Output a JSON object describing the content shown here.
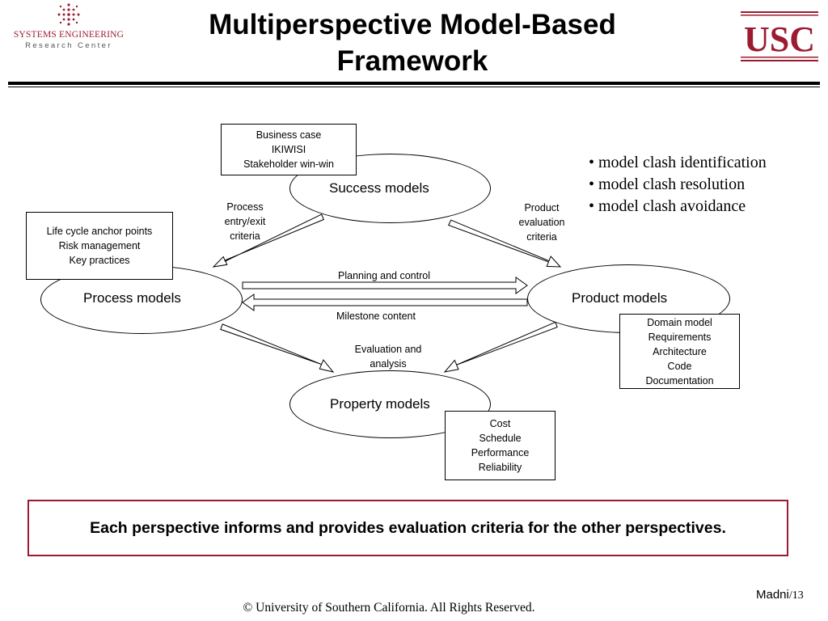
{
  "header": {
    "logo_left_line1": "SYSTEMS ENGINEERING",
    "logo_left_line2": "Research Center",
    "title_line1": "Multiperspective Model-Based",
    "title_line2": "Framework",
    "logo_right": "USC"
  },
  "diagram": {
    "success_models": "Success models",
    "process_models": "Process models",
    "product_models": "Product models",
    "property_models": "Property models",
    "success_box": [
      "Business case",
      "IKIWISI",
      "Stakeholder win-win"
    ],
    "process_box": [
      "Life cycle anchor points",
      "Risk management",
      "Key practices"
    ],
    "product_box": [
      "Domain model",
      "Requirements",
      "Architecture",
      "Code",
      "Documentation"
    ],
    "property_box": [
      "Cost",
      "Schedule",
      "Performance",
      "Reliability"
    ],
    "process_criteria": [
      "Process",
      "entry/exit",
      "criteria"
    ],
    "product_criteria": [
      "Product",
      "evaluation",
      "criteria"
    ],
    "planning_and_control": "Planning and control",
    "milestone_content": "Milestone content",
    "evaluation_and_analysis": [
      "Evaluation and",
      "analysis"
    ]
  },
  "bullets": [
    "• model clash identification",
    "• model clash resolution",
    "• model clash avoidance"
  ],
  "callout": "Each perspective informs and provides evaluation criteria for the other perspectives.",
  "footer": {
    "author": "Madni",
    "page": "/13",
    "copyright": "© University of Southern California. All Rights Reserved."
  },
  "colors": {
    "accent": "#9b1b30",
    "text": "#000000",
    "background": "#ffffff"
  }
}
